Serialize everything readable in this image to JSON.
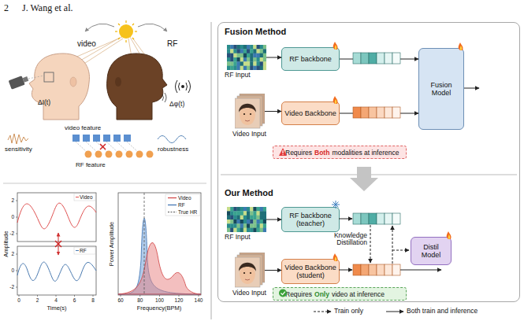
{
  "diagram": {
    "nodes": [
      {
        "text": [
          "Fusion Method",
          "Our Method"
        ]
      },
      {
        "text": [
          "RF Input"
        ],
        "in": 0
      },
      {
        "text": [
          "RF backbone"
        ],
        "in": 0
      },
      {
        "text": [
          "Video Input"
        ],
        "in": 0
      },
      {
        "text": [
          "Video Backbone"
        ],
        "in": 0
      },
      {
        "text": [
          "Fusion Model"
        ],
        "in": 0
      },
      {
        "text": [
          "Requires",
          "Both",
          "modalities at inference"
        ],
        "in": 0
      },
      {
        "text": [
          "RF Input"
        ],
        "in": 0
      },
      {
        "text": [
          "RF backbone (teacher)"
        ],
        "in": 0
      },
      {
        "text": [
          "Distil Model"
        ],
        "in": 0
      },
      {
        "text": [
          "Video Input"
        ],
        "in": 0
      },
      {
        "text": [
          "Video Backbone (student)"
        ],
        "in": 0
      },
      {
        "text": [
          "Requires",
          "Only",
          "video at inference"
        ],
        "in": 0
      }
    ],
    "edges": [
      {
        "from": 1,
        "to": 2,
        "arrow": "to"
      },
      {
        "from": 2,
        "to": 5,
        "arrow": "to"
      },
      {
        "from": 3,
        "to": 4,
        "arrow": "to"
      },
      {
        "from": 4,
        "to": 5,
        "arrow": "to"
      },
      {
        "from": 7,
        "to": 8,
        "arrow": "to"
      },
      {
        "from": 10,
        "to": 11,
        "arrow": "to"
      }
    ],
    "labels": [
      "2",
      "J. Wang et al.",
      "video",
      "RF",
      "ΔI(t)",
      "Δφ(t)",
      "video feature",
      "sensitivity",
      "robustness",
      "RF feature",
      "Amplitude",
      "Time(s)",
      "2",
      "0",
      "-2",
      "2",
      "0",
      "-2",
      "0",
      "2",
      "4",
      "6",
      "8",
      "Power Amplitude",
      "Frequency(BPM)",
      "60",
      "80",
      "100",
      "120",
      "140",
      "Knowledge Distillation"
    ],
    "legend": [
      {
        "text": "Video"
      },
      {
        "text": "RF"
      },
      {
        "text": "Video"
      },
      {
        "text": "RF"
      },
      {
        "text": "True HR"
      },
      {
        "text": "Train only"
      },
      {
        "text": "Both train and inference"
      }
    ]
  }
}
